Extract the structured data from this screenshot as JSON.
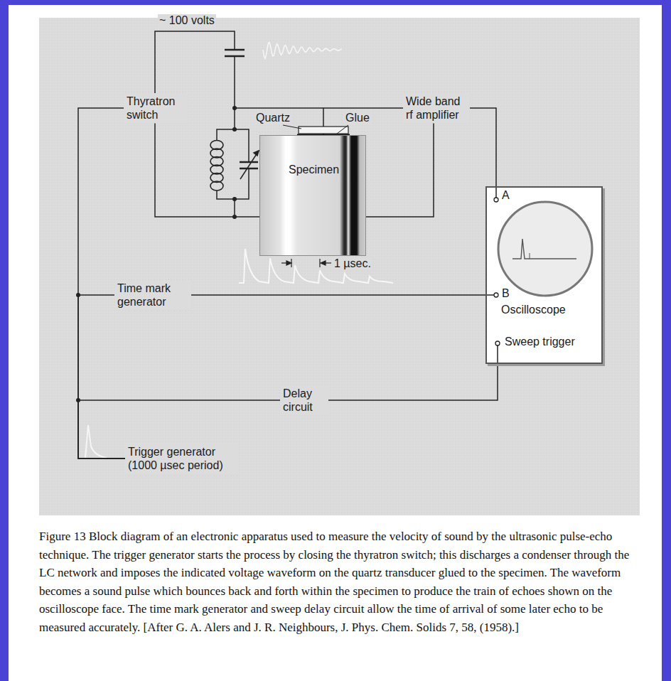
{
  "diagram": {
    "caption": "Figure 13 Block diagram of an electronic apparatus used to measure the velocity of sound by the ultrasonic pulse-echo technique. The trigger generator starts the process by closing the thyratron switch; this discharges a condenser through the LC network and imposes the indicated voltage waveform on the quartz transducer glued to the specimen. The waveform becomes a sound pulse which bounces back and forth within the specimen to produce the train of echoes shown on the oscilloscope face. The time mark generator and sweep delay circuit allow the time of arrival of some later echo to be measured accurately. [After G. A. Alers and J. R. Neighbours, J. Phys. Chem. Solids 7, 58, (1958).]",
    "nodes": [
      {
        "text": [
          "Thyratron switch"
        ]
      },
      {
        "text": [
          "Wide band rf amplifier"
        ]
      },
      {
        "text": [
          "Specimen"
        ]
      },
      {
        "text": [
          "Oscilloscope"
        ]
      },
      {
        "text": [
          "Time mark generator"
        ]
      },
      {
        "text": [
          "Delay circuit"
        ]
      },
      {
        "text": [
          "Trigger generator (1000 µsec period)"
        ]
      }
    ],
    "edges": [
      {
        "from": 6,
        "to": 0,
        "arrow": "none"
      },
      {
        "from": 6,
        "to": 4,
        "arrow": "none"
      },
      {
        "from": 6,
        "to": 5,
        "arrow": "none"
      },
      {
        "from": 4,
        "to": 3,
        "arrow": "none"
      },
      {
        "from": 5,
        "to": 3,
        "arrow": "none"
      },
      {
        "from": 1,
        "to": 3,
        "arrow": "none"
      },
      {
        "from": 2,
        "to": 1,
        "arrow": "none"
      },
      {
        "from": 1,
        "to": 0,
        "arrow": "none"
      }
    ],
    "labels": [
      "~ 100 volts",
      "Quartz",
      "Glue",
      "1 µsec.",
      "A",
      "B",
      "Sweep trigger"
    ]
  }
}
